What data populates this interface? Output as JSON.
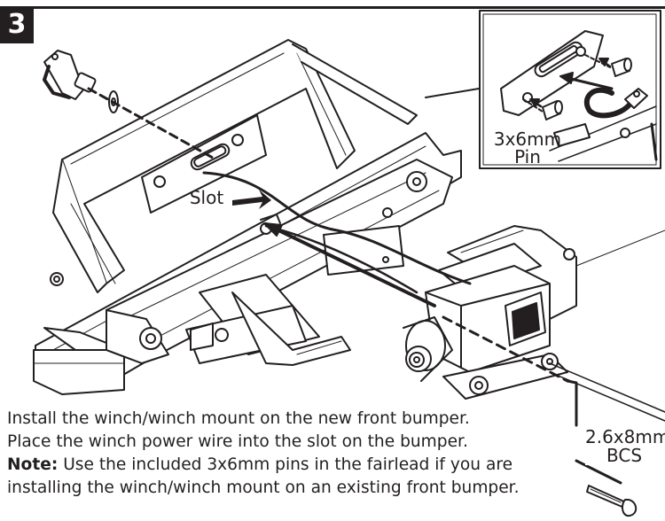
{
  "step": {
    "number": "3"
  },
  "callouts": {
    "slot": "Slot",
    "pin_size": "3x6mm",
    "pin_word": "Pin",
    "screw_size": "2.6x8mm",
    "screw_type": "BCS"
  },
  "instructions": {
    "line1": "Install the winch/winch mount on the new front bumper.",
    "line2": "Place the winch power wire into the slot on the bumper.",
    "note_label": "Note:",
    "note_text_line3": " Use the included 3x6mm pins in the fairlead if you are",
    "note_text_line4": "installing the winch/winch mount on an existing front bumper."
  },
  "colors": {
    "ink": "#231f20",
    "background": "#ffffff"
  }
}
